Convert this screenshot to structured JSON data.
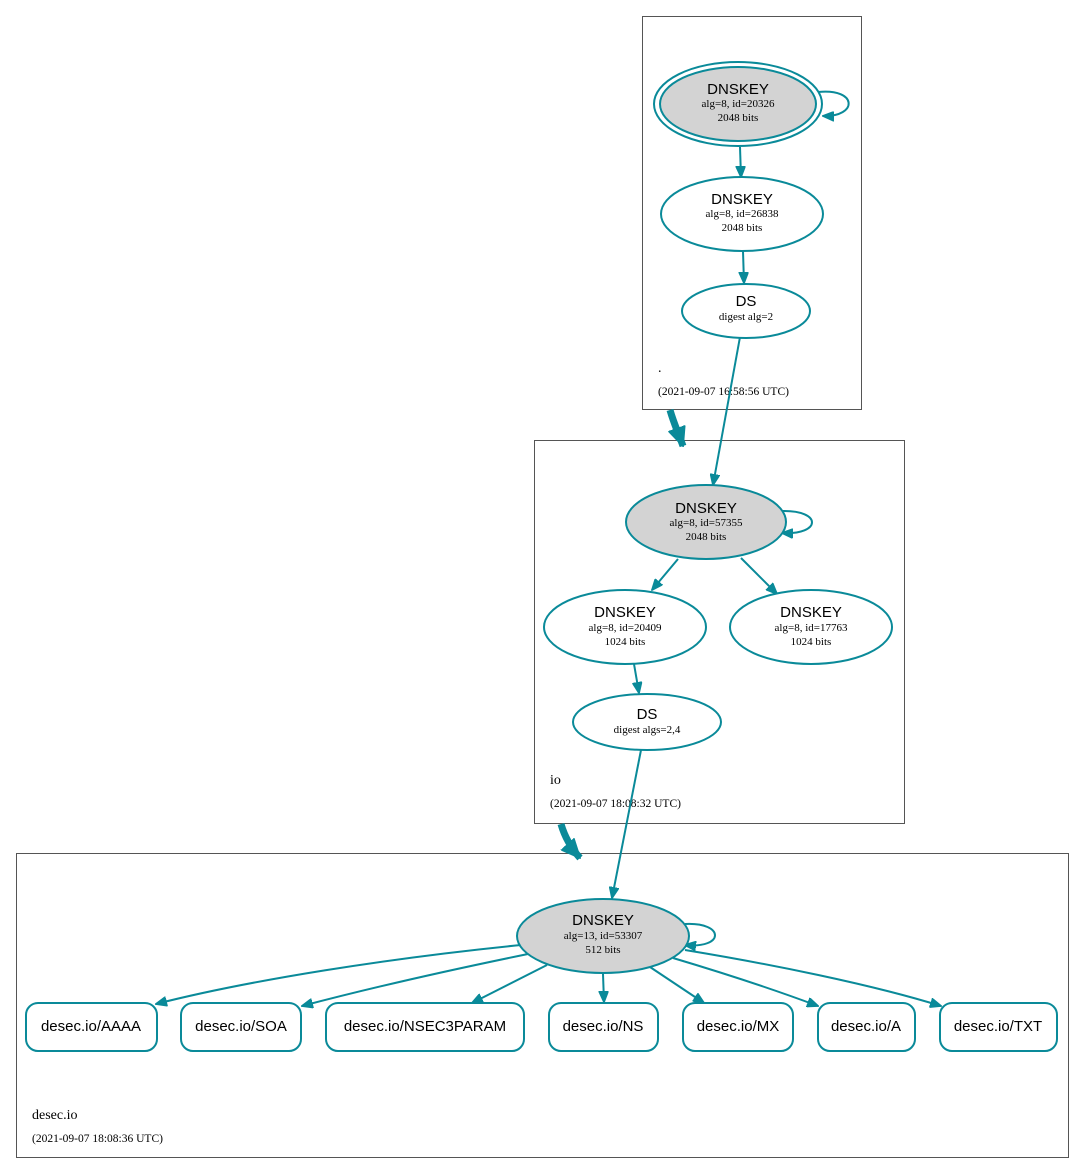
{
  "colors": {
    "edge": "#0a8a99",
    "sep_fill": "#d3d3d3",
    "box_stroke": "#555555"
  },
  "zones": {
    "root": {
      "name": ".",
      "timestamp": "(2021-09-07 16:58:56 UTC)"
    },
    "io": {
      "name": "io",
      "timestamp": "(2021-09-07 18:08:32 UTC)"
    },
    "desec": {
      "name": "desec.io",
      "timestamp": "(2021-09-07 18:08:36 UTC)"
    }
  },
  "nodes": {
    "root_ksk": {
      "type": "DNSKEY",
      "line1": "alg=8, id=20326",
      "line2": "2048 bits"
    },
    "root_zsk": {
      "type": "DNSKEY",
      "line1": "alg=8, id=26838",
      "line2": "2048 bits"
    },
    "root_ds": {
      "type": "DS",
      "line1": "digest alg=2"
    },
    "io_ksk": {
      "type": "DNSKEY",
      "line1": "alg=8, id=57355",
      "line2": "2048 bits"
    },
    "io_zsk1": {
      "type": "DNSKEY",
      "line1": "alg=8, id=20409",
      "line2": "1024 bits"
    },
    "io_zsk2": {
      "type": "DNSKEY",
      "line1": "alg=8, id=17763",
      "line2": "1024 bits"
    },
    "io_ds": {
      "type": "DS",
      "line1": "digest algs=2,4"
    },
    "desec_key": {
      "type": "DNSKEY",
      "line1": "alg=13, id=53307",
      "line2": "512 bits"
    }
  },
  "rrsets": [
    "desec.io/AAAA",
    "desec.io/SOA",
    "desec.io/NSEC3PARAM",
    "desec.io/NS",
    "desec.io/MX",
    "desec.io/A",
    "desec.io/TXT"
  ]
}
